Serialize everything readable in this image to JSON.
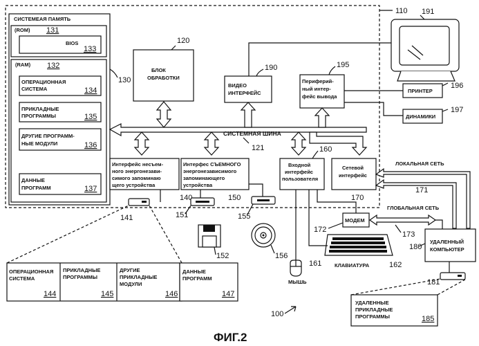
{
  "system_memory": {
    "title": "СИСТЕМЕАЯ ПАМЯТЬ",
    "ref": "130",
    "rom": {
      "label": "(ROM)",
      "ref": "131"
    },
    "bios": {
      "label": "BIOS",
      "ref": "133"
    },
    "ram": {
      "label": "(RAM)",
      "ref": "132"
    },
    "os": {
      "line1": "ОПЕРАЦИОННАЯ",
      "line2": "СИСТЕМА",
      "ref": "134"
    },
    "apps": {
      "line1": "ПРИКЛАДНЫЕ",
      "line2": "ПРОГРАММЫ",
      "ref": "135"
    },
    "modules": {
      "line1": "ДРУГИЕ ПРОГРАММ-",
      "line2": "НЫЕ МОДУЛИ",
      "ref": "136"
    },
    "data": {
      "line1": "ДАННЫЕ",
      "line2": "ПРОГРАММ",
      "ref": "137"
    }
  },
  "computer_ref": "110",
  "cpu": {
    "line1": "БЛОК",
    "line2": "ОБРАБОТКИ",
    "ref": "120"
  },
  "video": {
    "line1": "ВИДЕО",
    "line2": "ИНТЕРФЕЙС",
    "ref": "190"
  },
  "monitor_ref": "191",
  "periph": {
    "line1": "Периферий-",
    "line2": "ный интер-",
    "line3": "фейс вывода",
    "ref": "195"
  },
  "printer": {
    "label": "ПРИНТЕР",
    "ref": "196"
  },
  "speakers": {
    "label": "ДИНАМИКИ",
    "ref": "197"
  },
  "bus": {
    "label": "СИСТЕМНАЯ ШИНА",
    "ref": "121"
  },
  "nonremovable": {
    "line1": "Интерфейс несъем-",
    "line2": "ного энергонезави-",
    "line3": "симого запоминаю",
    "line4": "щего устройства",
    "ref": "140"
  },
  "removable": {
    "line1": "Интерфес СЪЕМНОГО",
    "line2": "энергонезависимого",
    "line3": "запоминающего",
    "line4": "устройства",
    "ref": "150"
  },
  "input": {
    "line1": "Входной",
    "line2": "интерфейс",
    "line3": "пользователя",
    "ref": "160"
  },
  "network": {
    "line1": "Сетевой",
    "line2": "интерфейс",
    "ref": "170"
  },
  "lan": {
    "label": "ЛОКАЛЬНАЯ СЕТЬ",
    "ref": "171"
  },
  "wan": {
    "label": "ГЛОБАЛЬНАЯ СЕТЬ",
    "ref": "173"
  },
  "modem": {
    "label": "МОДЕМ",
    "ref": "172"
  },
  "remote": {
    "line1": "УДАЛЕННЫЙ",
    "line2": "КОМПЬЮТЕР",
    "ref": "180"
  },
  "remote_disk_ref": "181",
  "remote_apps": {
    "line1": "УДАЛЕННЫЕ",
    "line2": "ПРИКЛАДНЫЕ",
    "line3": "ПРОГРАММЫ",
    "ref": "185"
  },
  "keyboard": {
    "label": "КЛАВИАТУРА",
    "ref": "162"
  },
  "mouse": {
    "label": "МЫШЬ",
    "ref": "161"
  },
  "hdd_ref": "141",
  "fdd_ref": "151",
  "floppy_ref": "152",
  "cd_drive_ref": "155",
  "cd_ref": "156",
  "hdd_contents": {
    "os": {
      "line1": "ОПЕРАЦИОННАЯ",
      "line2": "СИСТЕМА",
      "ref": "144"
    },
    "apps": {
      "line1": "ПРИКЛАДНЫЕ",
      "line2": "ПРОГРАММЫ",
      "ref": "145"
    },
    "modules": {
      "line1": "ДРУГИЕ",
      "line2": "ПРИКЛАДНЫЕ",
      "line3": "МОДУЛИ",
      "ref": "146"
    },
    "data": {
      "line1": "ДАННЫЕ",
      "line2": "ПРОГРАММ",
      "ref": "147"
    }
  },
  "system_ref": "100",
  "figure_label": "ФИГ.2"
}
